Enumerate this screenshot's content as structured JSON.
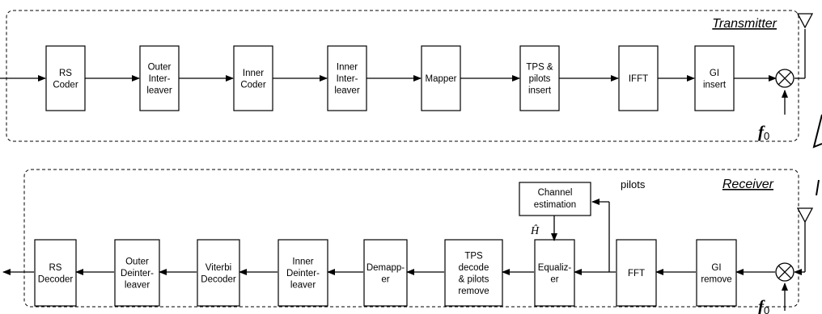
{
  "transmitter": {
    "title": "Transmitter",
    "blocks": [
      {
        "name": "rs-coder",
        "lines": [
          "RS",
          "Coder"
        ]
      },
      {
        "name": "outer-interleaver",
        "lines": [
          "Outer",
          "Inter-",
          "leaver"
        ]
      },
      {
        "name": "inner-coder",
        "lines": [
          "Inner",
          "Coder"
        ]
      },
      {
        "name": "inner-interleaver",
        "lines": [
          "Inner",
          "Inter-",
          "leaver"
        ]
      },
      {
        "name": "mapper",
        "lines": [
          "Mapper"
        ]
      },
      {
        "name": "tps-pilots-insert",
        "lines": [
          "TPS &",
          "pilots",
          "insert"
        ]
      },
      {
        "name": "ifft",
        "lines": [
          "IFFT"
        ]
      },
      {
        "name": "gi-insert",
        "lines": [
          "GI",
          "insert"
        ]
      }
    ],
    "carrier": {
      "symbol": "f",
      "subscript": "0"
    }
  },
  "receiver": {
    "title": "Receiver",
    "blocks": [
      {
        "name": "rs-decoder",
        "lines": [
          "RS",
          "Decoder"
        ]
      },
      {
        "name": "outer-deinterleaver",
        "lines": [
          "Outer",
          "Deinter-",
          "leaver"
        ]
      },
      {
        "name": "viterbi-decoder",
        "lines": [
          "Viterbi",
          "Decoder"
        ]
      },
      {
        "name": "inner-deinterleaver",
        "lines": [
          "Inner",
          "Deinter-",
          "leaver"
        ]
      },
      {
        "name": "demapper",
        "lines": [
          "Demapp-",
          "er"
        ]
      },
      {
        "name": "tps-decode-pilots-remove",
        "lines": [
          "TPS",
          "decode",
          "& pilots",
          "remove"
        ]
      },
      {
        "name": "equalizer",
        "lines": [
          "Equaliz-",
          "er"
        ]
      },
      {
        "name": "fft",
        "lines": [
          "FFT"
        ]
      },
      {
        "name": "gi-remove",
        "lines": [
          "GI",
          "remove"
        ]
      }
    ],
    "channel_estimation": {
      "lines": [
        "Channel",
        "estimation"
      ]
    },
    "pilots_label": "pilots",
    "h_hat": "Ĥ",
    "carrier": {
      "symbol": "f",
      "subscript": "0"
    }
  }
}
